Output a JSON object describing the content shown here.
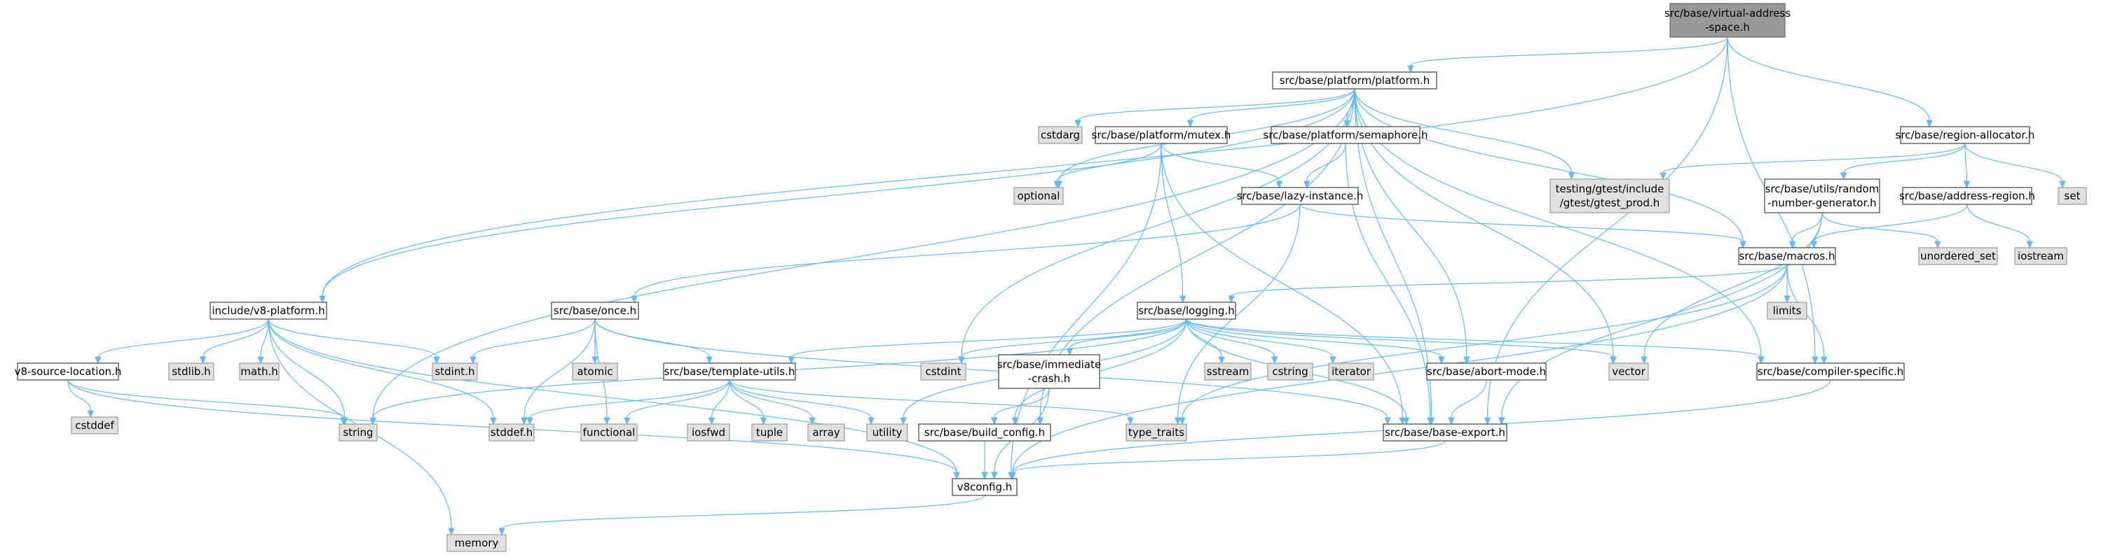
{
  "colors": {
    "edge": "#63b8ff",
    "root_fill": "#999999",
    "project_fill": "#ffffff",
    "std_fill": "#e0e0e0"
  },
  "nodes": [
    {
      "id": "root",
      "kind": "root",
      "lines": [
        "src/base/virtual-address",
        "-space.h"
      ]
    },
    {
      "id": "platform",
      "kind": "proj",
      "lines": [
        "src/base/platform/platform.h"
      ]
    },
    {
      "id": "region",
      "kind": "proj",
      "lines": [
        "src/base/region-allocator.h"
      ]
    },
    {
      "id": "v8platform",
      "kind": "proj",
      "lines": [
        "include/v8-platform.h"
      ]
    },
    {
      "id": "cstdarg",
      "kind": "std",
      "lines": [
        "cstdarg"
      ]
    },
    {
      "id": "mutex",
      "kind": "proj",
      "lines": [
        "src/base/platform/mutex.h"
      ]
    },
    {
      "id": "semaphore",
      "kind": "proj",
      "lines": [
        "src/base/platform/semaphore.h"
      ]
    },
    {
      "id": "optional",
      "kind": "std",
      "lines": [
        "optional"
      ]
    },
    {
      "id": "gtest",
      "kind": "std",
      "lines": [
        "testing/gtest/include",
        "/gtest/gtest_prod.h"
      ]
    },
    {
      "id": "random",
      "kind": "proj",
      "lines": [
        "src/base/utils/random",
        "-number-generator.h"
      ]
    },
    {
      "id": "addrregion",
      "kind": "proj",
      "lines": [
        "src/base/address-region.h"
      ]
    },
    {
      "id": "set",
      "kind": "std",
      "lines": [
        "set"
      ]
    },
    {
      "id": "lazy",
      "kind": "proj",
      "lines": [
        "src/base/lazy-instance.h"
      ]
    },
    {
      "id": "macros",
      "kind": "proj",
      "lines": [
        "src/base/macros.h"
      ]
    },
    {
      "id": "unordered_set",
      "kind": "std",
      "lines": [
        "unordered_set"
      ]
    },
    {
      "id": "iostream",
      "kind": "std",
      "lines": [
        "iostream"
      ]
    },
    {
      "id": "limits",
      "kind": "std",
      "lines": [
        "limits"
      ]
    },
    {
      "id": "once",
      "kind": "proj",
      "lines": [
        "src/base/once.h"
      ]
    },
    {
      "id": "logging",
      "kind": "proj",
      "lines": [
        "src/base/logging.h"
      ]
    },
    {
      "id": "v8srcloc",
      "kind": "proj",
      "lines": [
        "v8-source-location.h"
      ]
    },
    {
      "id": "stdlib",
      "kind": "std",
      "lines": [
        "stdlib.h"
      ]
    },
    {
      "id": "math",
      "kind": "std",
      "lines": [
        "math.h"
      ]
    },
    {
      "id": "stdint",
      "kind": "std",
      "lines": [
        "stdint.h"
      ]
    },
    {
      "id": "atomic",
      "kind": "std",
      "lines": [
        "atomic"
      ]
    },
    {
      "id": "cstdint",
      "kind": "std",
      "lines": [
        "cstdint"
      ]
    },
    {
      "id": "sstream",
      "kind": "std",
      "lines": [
        "sstream"
      ]
    },
    {
      "id": "cstring",
      "kind": "std",
      "lines": [
        "cstring"
      ]
    },
    {
      "id": "iterator",
      "kind": "std",
      "lines": [
        "iterator"
      ]
    },
    {
      "id": "abortmode",
      "kind": "proj",
      "lines": [
        "src/base/abort-mode.h"
      ]
    },
    {
      "id": "vector",
      "kind": "std",
      "lines": [
        "vector"
      ]
    },
    {
      "id": "compiler",
      "kind": "proj",
      "lines": [
        "src/base/compiler-specific.h"
      ]
    },
    {
      "id": "templateutils",
      "kind": "proj",
      "lines": [
        "src/base/template-utils.h"
      ]
    },
    {
      "id": "immediate",
      "kind": "proj",
      "lines": [
        "src/base/immediate",
        "-crash.h"
      ]
    },
    {
      "id": "cstddef",
      "kind": "std",
      "lines": [
        "cstddef"
      ]
    },
    {
      "id": "string",
      "kind": "std",
      "lines": [
        "string"
      ]
    },
    {
      "id": "stddef",
      "kind": "std",
      "lines": [
        "stddef.h"
      ]
    },
    {
      "id": "functional",
      "kind": "std",
      "lines": [
        "functional"
      ]
    },
    {
      "id": "iosfwd",
      "kind": "std",
      "lines": [
        "iosfwd"
      ]
    },
    {
      "id": "tuple",
      "kind": "std",
      "lines": [
        "tuple"
      ]
    },
    {
      "id": "array",
      "kind": "std",
      "lines": [
        "array"
      ]
    },
    {
      "id": "utility",
      "kind": "std",
      "lines": [
        "utility"
      ]
    },
    {
      "id": "buildconfig",
      "kind": "proj",
      "lines": [
        "src/base/build_config.h"
      ]
    },
    {
      "id": "typetraits",
      "kind": "std",
      "lines": [
        "type_traits"
      ]
    },
    {
      "id": "baseexport",
      "kind": "proj",
      "lines": [
        "src/base/base-export.h"
      ]
    },
    {
      "id": "v8config",
      "kind": "proj",
      "lines": [
        "v8config.h"
      ]
    },
    {
      "id": "memory",
      "kind": "std",
      "lines": [
        "memory"
      ]
    }
  ],
  "edges": [
    [
      "root",
      "platform"
    ],
    [
      "root",
      "region"
    ],
    [
      "root",
      "v8platform"
    ],
    [
      "root",
      "baseexport"
    ],
    [
      "root",
      "compiler"
    ],
    [
      "platform",
      "cstdarg"
    ],
    [
      "platform",
      "mutex"
    ],
    [
      "platform",
      "semaphore"
    ],
    [
      "platform",
      "optional"
    ],
    [
      "platform",
      "gtest"
    ],
    [
      "platform",
      "v8platform"
    ],
    [
      "platform",
      "string"
    ],
    [
      "platform",
      "cstdint"
    ],
    [
      "platform",
      "buildconfig"
    ],
    [
      "platform",
      "macros"
    ],
    [
      "platform",
      "abortmode"
    ],
    [
      "platform",
      "vector"
    ],
    [
      "platform",
      "baseexport"
    ],
    [
      "platform",
      "compiler"
    ],
    [
      "region",
      "gtest"
    ],
    [
      "region",
      "random"
    ],
    [
      "region",
      "addrregion"
    ],
    [
      "region",
      "set"
    ],
    [
      "mutex",
      "optional"
    ],
    [
      "mutex",
      "lazy"
    ],
    [
      "mutex",
      "logging"
    ],
    [
      "mutex",
      "baseexport"
    ],
    [
      "mutex",
      "v8config"
    ],
    [
      "semaphore",
      "lazy"
    ],
    [
      "semaphore",
      "baseexport"
    ],
    [
      "lazy",
      "once"
    ],
    [
      "lazy",
      "macros"
    ],
    [
      "lazy",
      "typetraits"
    ],
    [
      "random",
      "macros"
    ],
    [
      "random",
      "unordered_set"
    ],
    [
      "random",
      "vector"
    ],
    [
      "random",
      "baseexport"
    ],
    [
      "addrregion",
      "macros"
    ],
    [
      "addrregion",
      "iostream"
    ],
    [
      "macros",
      "limits"
    ],
    [
      "macros",
      "logging"
    ],
    [
      "macros",
      "compiler"
    ],
    [
      "macros",
      "typetraits"
    ],
    [
      "macros",
      "v8config"
    ],
    [
      "v8platform",
      "v8srcloc"
    ],
    [
      "v8platform",
      "stdlib"
    ],
    [
      "v8platform",
      "math"
    ],
    [
      "v8platform",
      "stdint"
    ],
    [
      "v8platform",
      "string"
    ],
    [
      "v8platform",
      "stddef"
    ],
    [
      "v8platform",
      "memory"
    ],
    [
      "v8platform",
      "v8config"
    ],
    [
      "v8srcloc",
      "cstddef"
    ],
    [
      "v8srcloc",
      "string"
    ],
    [
      "v8srcloc",
      "v8config"
    ],
    [
      "once",
      "stdint"
    ],
    [
      "once",
      "atomic"
    ],
    [
      "once",
      "functional"
    ],
    [
      "once",
      "stddef"
    ],
    [
      "once",
      "templateutils"
    ],
    [
      "once",
      "baseexport"
    ],
    [
      "logging",
      "cstdint"
    ],
    [
      "logging",
      "sstream"
    ],
    [
      "logging",
      "cstring"
    ],
    [
      "logging",
      "iterator"
    ],
    [
      "logging",
      "abortmode"
    ],
    [
      "logging",
      "vector"
    ],
    [
      "logging",
      "compiler"
    ],
    [
      "logging",
      "templateutils"
    ],
    [
      "logging",
      "immediate"
    ],
    [
      "logging",
      "string"
    ],
    [
      "logging",
      "utility"
    ],
    [
      "logging",
      "buildconfig"
    ],
    [
      "logging",
      "baseexport"
    ],
    [
      "templateutils",
      "stddef"
    ],
    [
      "templateutils",
      "functional"
    ],
    [
      "templateutils",
      "iosfwd"
    ],
    [
      "templateutils",
      "tuple"
    ],
    [
      "templateutils",
      "array"
    ],
    [
      "templateutils",
      "utility"
    ],
    [
      "templateutils",
      "typetraits"
    ],
    [
      "immediate",
      "buildconfig"
    ],
    [
      "immediate",
      "v8config"
    ],
    [
      "abortmode",
      "baseexport"
    ],
    [
      "compiler",
      "v8config"
    ],
    [
      "buildconfig",
      "v8config"
    ],
    [
      "baseexport",
      "v8config"
    ],
    [
      "v8config",
      "memory"
    ]
  ]
}
